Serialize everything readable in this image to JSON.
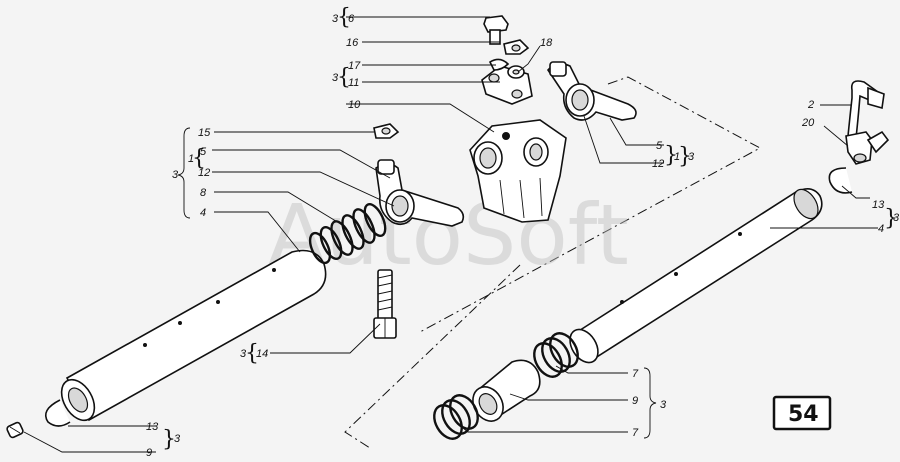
{
  "watermark": "AutoSoft",
  "sheet_number": "54",
  "callouts": {
    "l6": "6",
    "l6_qty": "3",
    "l16": "16",
    "l18": "18",
    "l17": "17",
    "l11_top": "11",
    "l1711_qty": "3",
    "l10": "10",
    "l15": "15",
    "l5_left": "5",
    "l12_left": "12",
    "l512_left_sub": "1",
    "l8": "8",
    "l4_left": "4",
    "lgroup_left_qty": "3",
    "l14": "14",
    "l14_qty": "3",
    "l13_left": "13",
    "l9_left": "9",
    "l139_left_qty": "3",
    "l5_right": "5",
    "l12_right": "12",
    "l512_right_sub": "1",
    "l512_right_qty": "3",
    "l2": "2",
    "l20": "20",
    "l13_right": "13",
    "l4_right": "4",
    "l134_right_qty": "3",
    "l7_top": "7",
    "l9_bottom": "9",
    "l7_bottom": "7",
    "l797_qty": "3"
  }
}
